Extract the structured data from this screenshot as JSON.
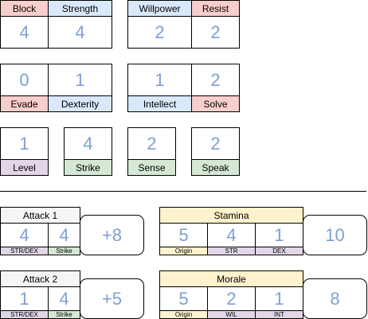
{
  "stats_top": {
    "block": {
      "label": "Block",
      "value": "4"
    },
    "strength": {
      "label": "Strength",
      "value": "4"
    },
    "willpower": {
      "label": "Willpower",
      "value": "2"
    },
    "resist": {
      "label": "Resist",
      "value": "2"
    }
  },
  "stats_mid": {
    "evade": {
      "label": "Evade",
      "value": "0"
    },
    "dexterity": {
      "label": "Dexterity",
      "value": "1"
    },
    "intellect": {
      "label": "Intellect",
      "value": "1"
    },
    "solve": {
      "label": "Solve",
      "value": "2"
    }
  },
  "stats_low": {
    "level": {
      "label": "Level",
      "value": "1"
    },
    "strike": {
      "label": "Strike",
      "value": "4"
    },
    "sense": {
      "label": "Sense",
      "value": "2"
    },
    "speak": {
      "label": "Speak",
      "value": "2"
    }
  },
  "attack1": {
    "title": "Attack 1",
    "a_value": "4",
    "a_label": "STR/DEX",
    "b_value": "4",
    "b_label": "Strike",
    "total": "+8"
  },
  "attack2": {
    "title": "Attack 2",
    "a_value": "1",
    "a_label": "STR/DEX",
    "b_value": "4",
    "b_label": "Strike",
    "total": "+5"
  },
  "stamina": {
    "title": "Stamina",
    "origin_value": "5",
    "origin_label": "Origin",
    "b_value": "4",
    "b_label": "STR",
    "c_value": "1",
    "c_label": "DEX",
    "total": "10"
  },
  "morale": {
    "title": "Morale",
    "origin_value": "5",
    "origin_label": "Origin",
    "b_value": "2",
    "b_label": "WIL",
    "c_value": "1",
    "c_label": "INT",
    "total": "8"
  },
  "colors": {
    "value_text": "#7da0d4",
    "red": "#f8cecc",
    "blue": "#dae8fc",
    "purple": "#e1d5e7",
    "green": "#d5e8d4",
    "yellow": "#fff2cc",
    "grey": "#f5f5f5"
  }
}
